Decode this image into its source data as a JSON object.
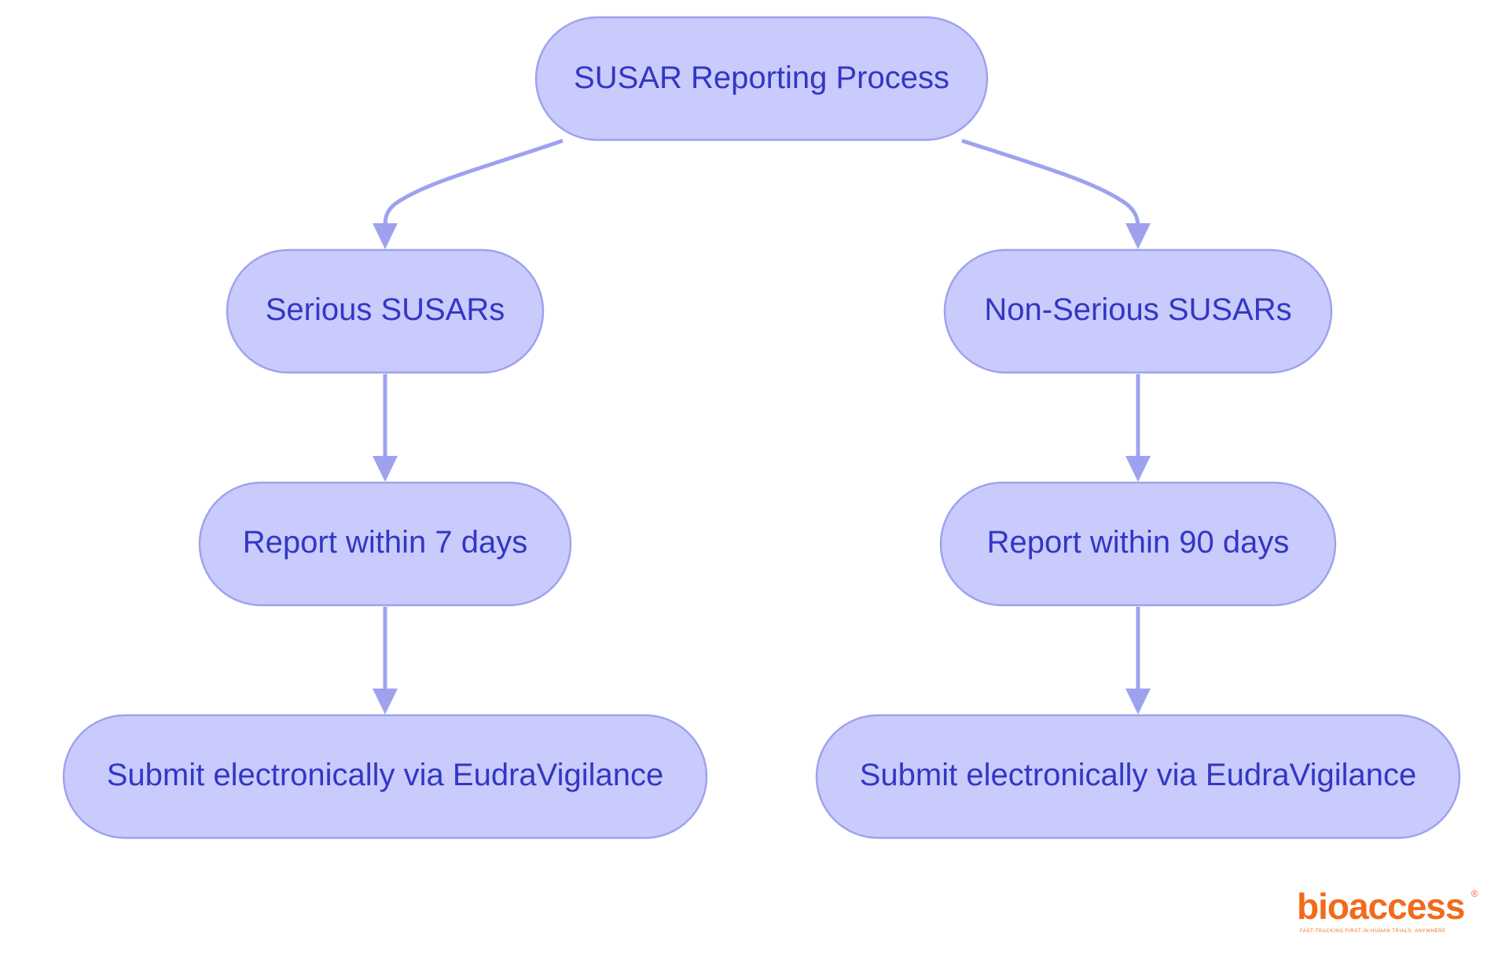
{
  "nodes": {
    "root": "SUSAR Reporting Process",
    "serious": "Serious SUSARs",
    "non_serious": "Non-Serious SUSARs",
    "serious_deadline": "Report within 7 days",
    "non_serious_deadline": "Report within 90 days",
    "serious_submit": "Submit electronically via EudraVigilance",
    "non_serious_submit": "Submit electronically via EudraVigilance"
  },
  "logo": {
    "name": "bioaccess",
    "registered": "®",
    "tagline": "FAST-TRACKING FIRST-IN-HUMAN TRIALS, ANYWHERE"
  },
  "colors": {
    "node_fill": "#c9cbfc",
    "node_stroke": "#9ea2ee",
    "node_text": "#3237c3",
    "edge": "#9ea2ee",
    "logo": "#f26a1b"
  }
}
